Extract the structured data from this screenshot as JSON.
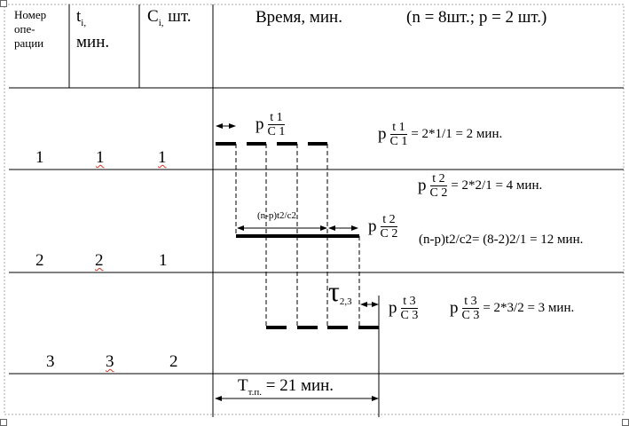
{
  "header": {
    "op_number": [
      "Номер",
      "опе-",
      "рации"
    ],
    "t_col": {
      "symbol": "t",
      "sub": "i,",
      "unit": "мин."
    },
    "c_col": {
      "symbol": "C",
      "sub": "i,",
      "unit": "шт."
    },
    "time_col": "Время, мин.",
    "params": "(n =  8шт.; p = 2 шт.)"
  },
  "rows": [
    {
      "op": "1",
      "t": "1",
      "c": "1"
    },
    {
      "op": "2",
      "t": "2",
      "c": "1"
    },
    {
      "op": "3",
      "t": "3",
      "c": "2"
    }
  ],
  "labels": {
    "p": "p",
    "f1_top": "t 1",
    "f1_bot": "C 1",
    "f2_top": "t 2",
    "f2_bot": "C 2",
    "f3_top": "t 3",
    "f3_bot": "C 3",
    "eq1": "= 2*1/1 = 2 мин.",
    "eq2": "= 2*2/1 = 4 мин.",
    "np_label": "(n-p)t2/c2",
    "eq_np": "(n-p)t2/c2= (8-2)2/1 = 12 мин.",
    "tau": "τ",
    "tau_sub": "2,3",
    "eq3": "= 2*3/2 = 3 мин.",
    "total_T": "T",
    "total_sub": "т.п.",
    "total_eq": "= 21 мин."
  }
}
